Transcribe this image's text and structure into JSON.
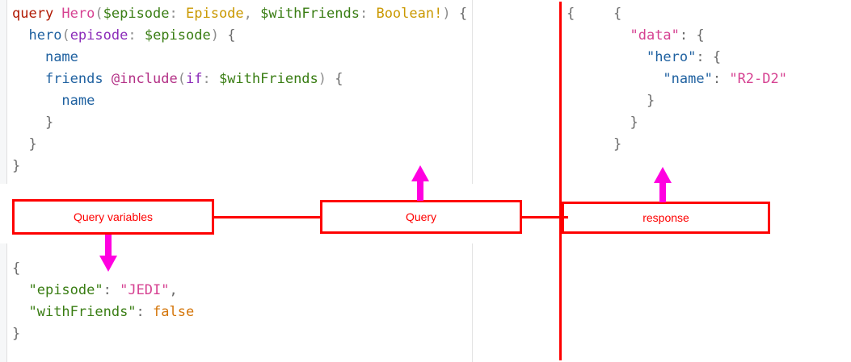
{
  "app": {
    "title": "GraphQL query / variables / response diagram"
  },
  "query_editor": {
    "name": "query-editor",
    "lines": [
      {
        "indent": 0,
        "tokens": [
          {
            "text": "query ",
            "cls": "t-kw"
          },
          {
            "text": "Hero",
            "cls": "t-opname"
          },
          {
            "text": "(",
            "cls": "t-punc"
          },
          {
            "text": "$episode",
            "cls": "t-var"
          },
          {
            "text": ": ",
            "cls": "t-punc"
          },
          {
            "text": "Episode",
            "cls": "t-type"
          },
          {
            "text": ", ",
            "cls": "t-punc"
          },
          {
            "text": "$withFriends",
            "cls": "t-var"
          },
          {
            "text": ": ",
            "cls": "t-punc"
          },
          {
            "text": "Boolean!",
            "cls": "t-type"
          },
          {
            "text": ")",
            "cls": "t-punc"
          },
          {
            "text": " {",
            "cls": "t-brace"
          }
        ]
      },
      {
        "indent": 1,
        "tokens": [
          {
            "text": "hero",
            "cls": "t-field"
          },
          {
            "text": "(",
            "cls": "t-punc"
          },
          {
            "text": "episode",
            "cls": "t-arg"
          },
          {
            "text": ": ",
            "cls": "t-punc"
          },
          {
            "text": "$episode",
            "cls": "t-var"
          },
          {
            "text": ")",
            "cls": "t-punc"
          },
          {
            "text": " {",
            "cls": "t-brace"
          }
        ]
      },
      {
        "indent": 2,
        "tokens": [
          {
            "text": "name",
            "cls": "t-field"
          }
        ]
      },
      {
        "indent": 2,
        "tokens": [
          {
            "text": "friends ",
            "cls": "t-field"
          },
          {
            "text": "@include",
            "cls": "t-dir"
          },
          {
            "text": "(",
            "cls": "t-punc"
          },
          {
            "text": "if",
            "cls": "t-arg"
          },
          {
            "text": ": ",
            "cls": "t-punc"
          },
          {
            "text": "$withFriends",
            "cls": "t-var"
          },
          {
            "text": ")",
            "cls": "t-punc"
          },
          {
            "text": " {",
            "cls": "t-brace"
          }
        ]
      },
      {
        "indent": 3,
        "tokens": [
          {
            "text": "name",
            "cls": "t-field"
          }
        ]
      },
      {
        "indent": 2,
        "tokens": [
          {
            "text": "}",
            "cls": "t-brace"
          }
        ]
      },
      {
        "indent": 1,
        "tokens": [
          {
            "text": "}",
            "cls": "t-brace"
          }
        ]
      },
      {
        "indent": 0,
        "tokens": [
          {
            "text": "}",
            "cls": "t-brace"
          }
        ]
      }
    ]
  },
  "variables_editor": {
    "name": "query-variables-editor",
    "lines": [
      {
        "indent": 0,
        "tokens": [
          {
            "text": "{",
            "cls": "j-punc"
          }
        ]
      },
      {
        "indent": 1,
        "tokens": [
          {
            "text": "\"episode\"",
            "cls": "j-key"
          },
          {
            "text": ": ",
            "cls": "j-punc"
          },
          {
            "text": "\"JEDI\"",
            "cls": "j-str"
          },
          {
            "text": ",",
            "cls": "j-punc"
          }
        ]
      },
      {
        "indent": 1,
        "tokens": [
          {
            "text": "\"withFriends\"",
            "cls": "j-key"
          },
          {
            "text": ": ",
            "cls": "j-punc"
          },
          {
            "text": "false",
            "cls": "j-bool"
          }
        ]
      },
      {
        "indent": 0,
        "tokens": [
          {
            "text": "}",
            "cls": "j-punc"
          }
        ]
      }
    ]
  },
  "stray_brace": {
    "text": "{",
    "cls": "t-brace"
  },
  "response_viewer": {
    "name": "response-viewer",
    "lines": [
      {
        "indent": 0,
        "tokens": [
          {
            "text": "{",
            "cls": "r-punc"
          }
        ]
      },
      {
        "indent": 1,
        "tokens": [
          {
            "text": "\"data\"",
            "cls": "r-key1"
          },
          {
            "text": ": {",
            "cls": "r-punc"
          }
        ]
      },
      {
        "indent": 2,
        "tokens": [
          {
            "text": "\"hero\"",
            "cls": "r-key2"
          },
          {
            "text": ": {",
            "cls": "r-punc"
          }
        ]
      },
      {
        "indent": 3,
        "tokens": [
          {
            "text": "\"name\"",
            "cls": "r-key2"
          },
          {
            "text": ": ",
            "cls": "r-punc"
          },
          {
            "text": "\"R2-D2\"",
            "cls": "r-val"
          }
        ]
      },
      {
        "indent": 2,
        "tokens": [
          {
            "text": "}",
            "cls": "r-punc"
          }
        ]
      },
      {
        "indent": 1,
        "tokens": [
          {
            "text": "}",
            "cls": "r-punc"
          }
        ]
      },
      {
        "indent": 0,
        "tokens": [
          {
            "text": "}",
            "cls": "r-punc"
          }
        ]
      }
    ]
  },
  "annotations": {
    "accent_color": "#fe0000",
    "arrow_color": "#ff00e0",
    "boxes": [
      {
        "label": "Query variables",
        "name": "annotation-box-query-variables"
      },
      {
        "label": "Query",
        "name": "annotation-box-query"
      },
      {
        "label": "response",
        "name": "annotation-box-response"
      }
    ]
  }
}
